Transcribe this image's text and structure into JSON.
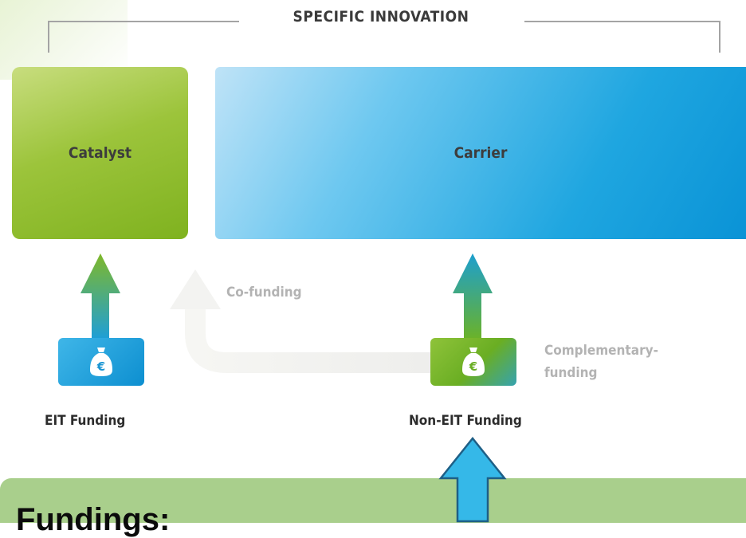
{
  "header": {
    "title": "SPECIFIC INNOVATION"
  },
  "diagram": {
    "catalyst_label": "Catalyst",
    "carrier_label": "Carrier",
    "cofunding_label": "Co-funding",
    "complementary_line1": "Complementary-",
    "complementary_line2": "funding",
    "eit_funding_label": "EIT Funding",
    "non_eit_funding_label": "Non-EIT Funding",
    "money_symbol": "€"
  },
  "panel": {
    "title": "Fundings:"
  },
  "colors": {
    "catalyst_green": "#9cc43b",
    "carrier_blue": "#1fa6e0",
    "panel_green": "#a9cf8c",
    "pointer_blue": "#35b8e8"
  }
}
